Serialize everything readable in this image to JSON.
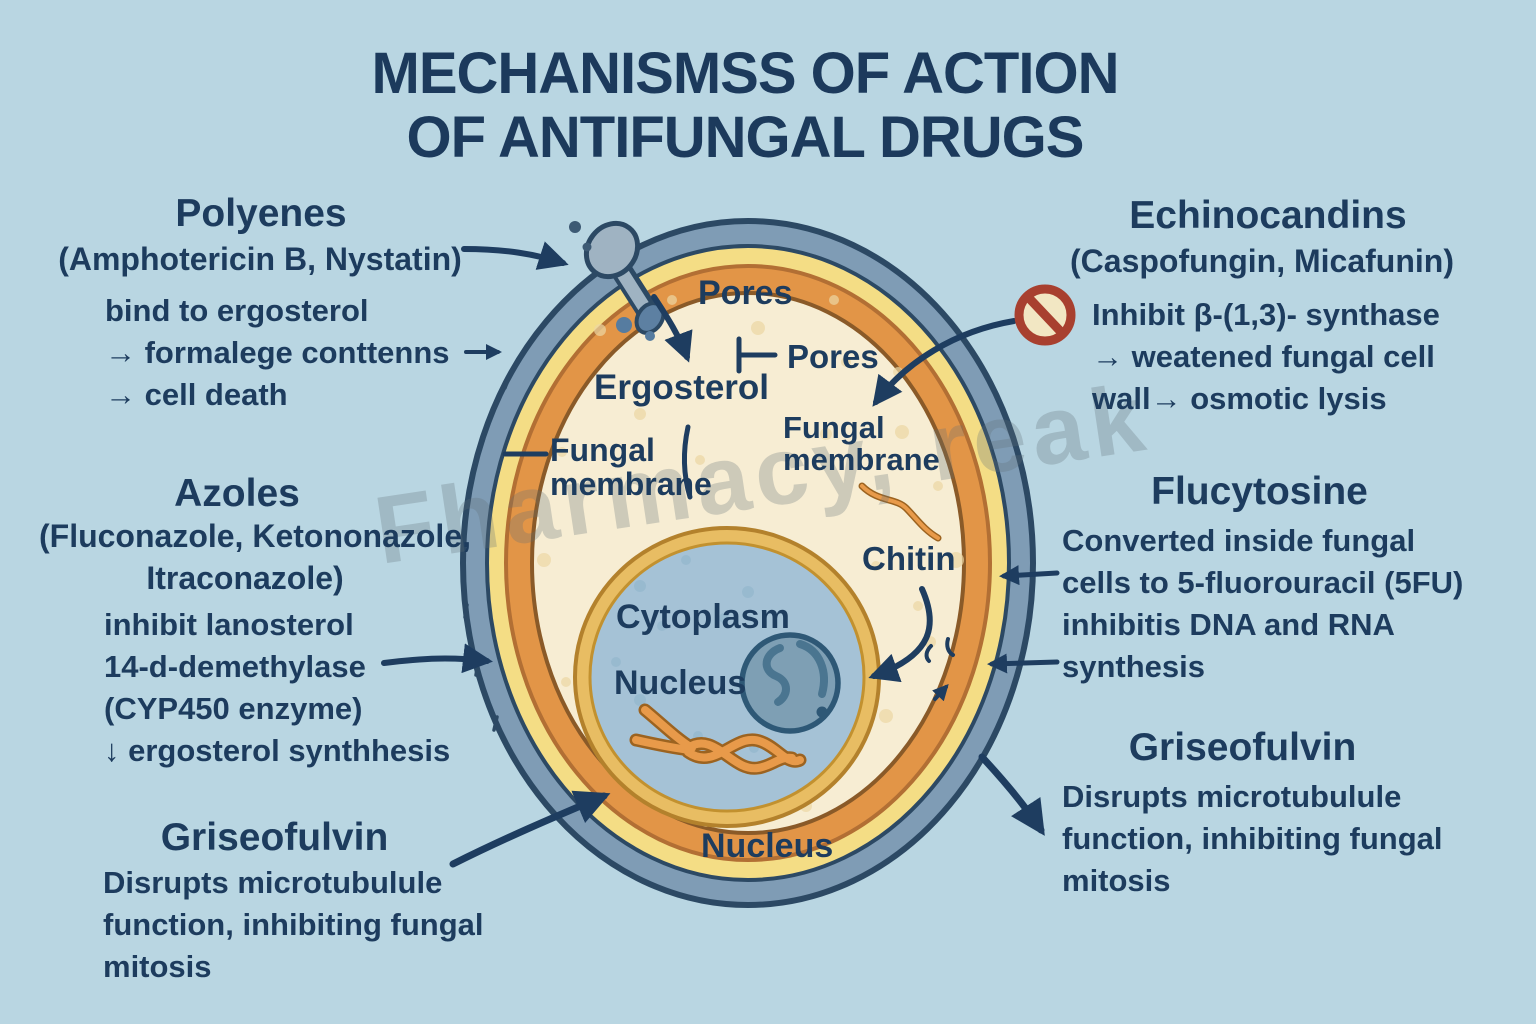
{
  "title": {
    "line1": "MECHANISMSS OF ACTION",
    "line2": "OF ANTIFUNGAL DRUGS"
  },
  "watermark": "Fharmacy, reak",
  "left": {
    "polyenes": {
      "heading": "Polyenes",
      "sub": "(Amphotericin B, Nystatin)",
      "line1": "bind to ergosterol",
      "line2": "→ formalege conttenns",
      "line3": "→ cell death"
    },
    "azoles": {
      "heading": "Azoles",
      "sub1": "(Fluconazole, Ketononazole,",
      "sub2": "Itraconazole)",
      "line1": "inhibit lanosterol",
      "line2": "14-d-demethylase",
      "line3": "(CYP450 enzyme)",
      "line4": "↓ ergosterol synthhesis"
    },
    "griseofulvin": {
      "heading": "Griseofulvin",
      "line1": "Disrupts microtubulule",
      "line2": "function, inhibiting fungal",
      "line3": "mitosis"
    }
  },
  "right": {
    "echinocandins": {
      "heading": "Echinocandins",
      "sub": "(Caspofungin, Micafunin)",
      "line1": "Inhibit  β-(1,3)- synthase",
      "line2": "→ weatened fungal cell",
      "line3": "wall→ osmotic lysis"
    },
    "flucytosine": {
      "heading": "Flucytosine",
      "line1": "Converted inside fungal",
      "line2": "cells to 5-fluorouracil (5FU)",
      "line3": "inhibitis DNA and RNA",
      "line4": "synthesis"
    },
    "griseofulvin": {
      "heading": "Griseofulvin",
      "line1": "Disrupts microtubulule",
      "line2": "function, inhibiting fungal",
      "line3": "mitosis"
    }
  },
  "cell": {
    "pores_top": "Pores",
    "pores_side": "Pores",
    "ergosterol": "Ergosterol",
    "fungal_membrane_left_line1": "Fungal",
    "fungal_membrane_left_line2": "membrane",
    "fungal_membrane_right_line1": "Fungal",
    "fungal_membrane_right_line2": "membrane",
    "cytoplasm": "Cytoplasm",
    "nucleus": "Nucleus",
    "chitin": "Chitin",
    "nucleus_bottom": "Nucleus"
  },
  "colors": {
    "background": "#b9d6e2",
    "text_navy": "#1d3c5e",
    "wall_gray": "#7f9cb5",
    "wall_yellow": "#f4dd85",
    "wall_orange": "#e29547",
    "cell_interior": "#f7edd3",
    "cytoplasm_blue": "#a5c2d6",
    "nucleus_blue": "#7e9fb4",
    "prohibition_red": "#a8402f",
    "strand_orange": "#e89a4a"
  }
}
